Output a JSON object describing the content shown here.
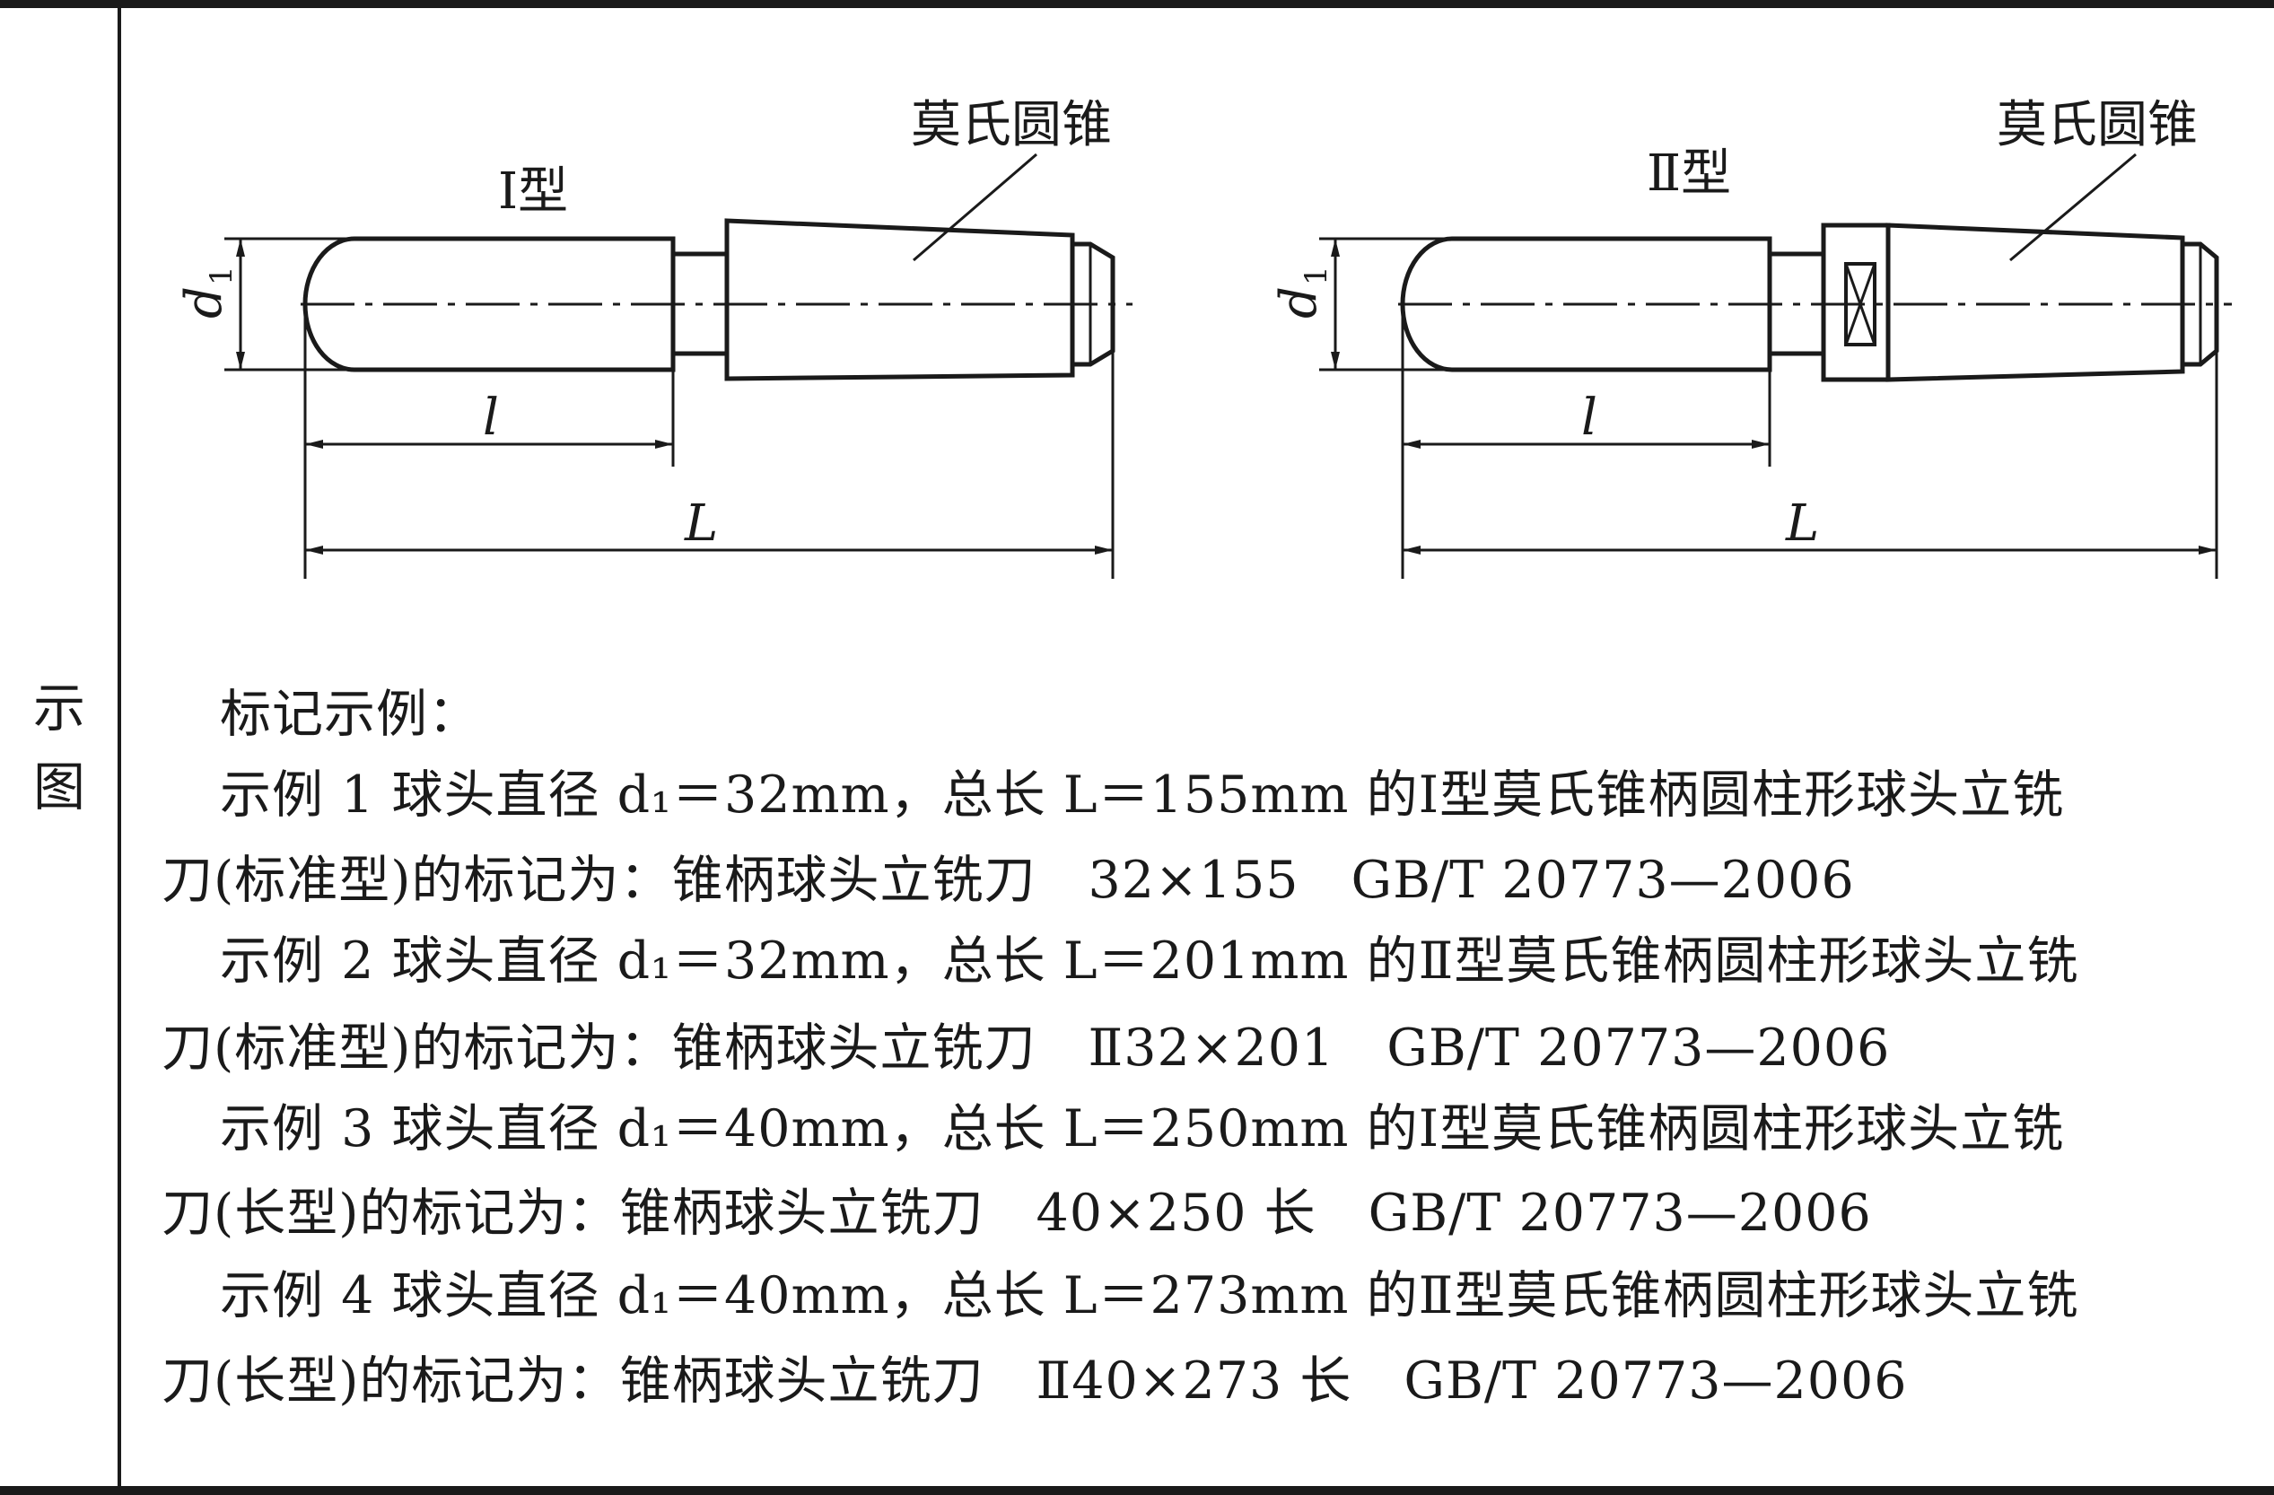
{
  "side_label": [
    "示",
    "图"
  ],
  "figure": {
    "type1_label": "Ⅰ型",
    "type2_label": "Ⅱ型",
    "taper_label": "莫氏圆锥",
    "dim_diameter": "d",
    "dim_diameter_sub": "1",
    "dim_short_length": "l",
    "dim_total_length": "L"
  },
  "marking": {
    "heading": "标记示例：",
    "lines": [
      "示例 1 球头直径 d₁＝32mm，总长 L＝155mm 的Ⅰ型莫氏锥柄圆柱形球头立铣",
      "刀(标准型)的标记为：锥柄球头立铣刀　32×155　GB/T 20773—2006",
      "示例 2 球头直径 d₁＝32mm，总长 L＝201mm 的Ⅱ型莫氏锥柄圆柱形球头立铣",
      "刀(标准型)的标记为：锥柄球头立铣刀　Ⅱ32×201　GB/T 20773—2006",
      "示例 3 球头直径 d₁＝40mm，总长 L＝250mm 的Ⅰ型莫氏锥柄圆柱形球头立铣",
      "刀(长型)的标记为：锥柄球头立铣刀　40×250 长　GB/T 20773—2006",
      "示例 4 球头直径 d₁＝40mm，总长 L＝273mm 的Ⅱ型莫氏锥柄圆柱形球头立铣",
      "刀(长型)的标记为：锥柄球头立铣刀　Ⅱ40×273 长　GB/T 20773—2006"
    ]
  }
}
